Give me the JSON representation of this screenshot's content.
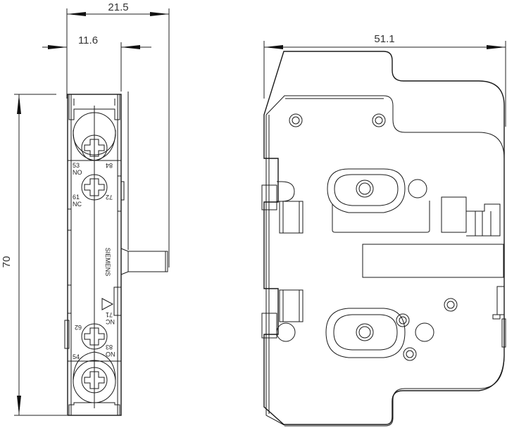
{
  "drawing": {
    "subject": "Auxiliary contact block technical drawing",
    "brand_text": "SIEMENS",
    "stroke_color": "#1a1a1a",
    "background": "#ffffff"
  },
  "dimensions": {
    "width_overall": "21.5",
    "width_body": "11.6",
    "height": "70",
    "depth": "51.1"
  },
  "terminal_labels": {
    "top_left_number": "53",
    "top_left_type": "NO",
    "top_right_number": "84",
    "mid_left_number": "61",
    "mid_left_type": "NC",
    "mid_right_number": "72",
    "lower_left_number": "62",
    "lower_right_number": "71",
    "lower_right_type": "NC",
    "bottom_left_number": "54",
    "bottom_right_number": "83",
    "bottom_right_type": "NO"
  },
  "views": {
    "front": "front-view",
    "side": "side-view"
  }
}
